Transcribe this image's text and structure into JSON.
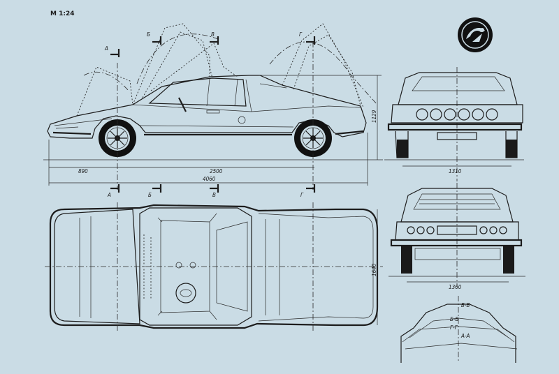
{
  "scale": "М 1:24",
  "dimensions": {
    "front_overhang": "890",
    "wheelbase": "2500",
    "length": "4060",
    "height": "1129",
    "front_track": "1310",
    "rear_track": "1360",
    "width": "1640"
  },
  "section_markers": {
    "a": "А",
    "b": "Б",
    "v": "В",
    "g": "Г"
  },
  "section_profiles": {
    "vv": "В-В",
    "bb": "Б-Б",
    "gg": "Г-Г",
    "aa": "А-А"
  },
  "logo": {
    "name": "skoda-winged-arrow-logo"
  }
}
